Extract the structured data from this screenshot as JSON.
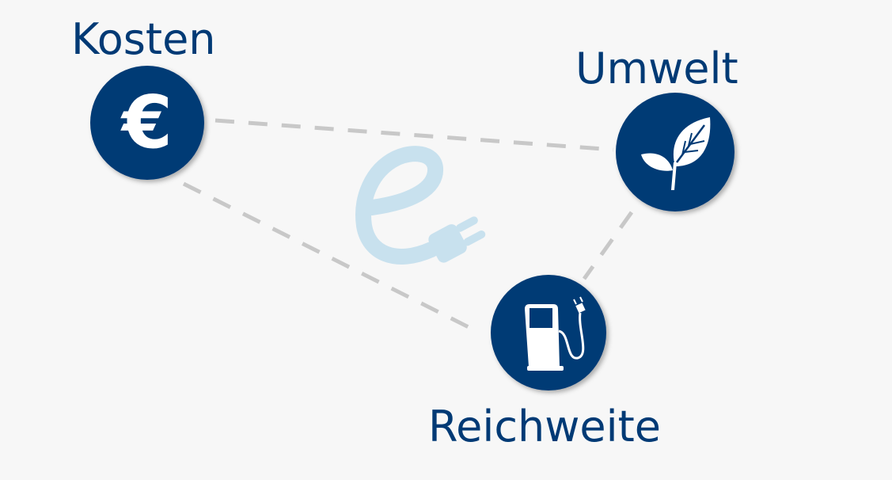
{
  "labels": {
    "costs": "Kosten",
    "environment": "Umwelt",
    "range": "Reichweite"
  },
  "icons": {
    "costs": "euro-icon",
    "environment": "leaf-plant-icon",
    "range": "charging-station-icon",
    "center": "e-plug-logo-icon"
  },
  "colors": {
    "navy": "#003a75",
    "light_blue": "#c8e1ee",
    "background": "#f7f7f7",
    "dash": "#c8c8c8"
  }
}
